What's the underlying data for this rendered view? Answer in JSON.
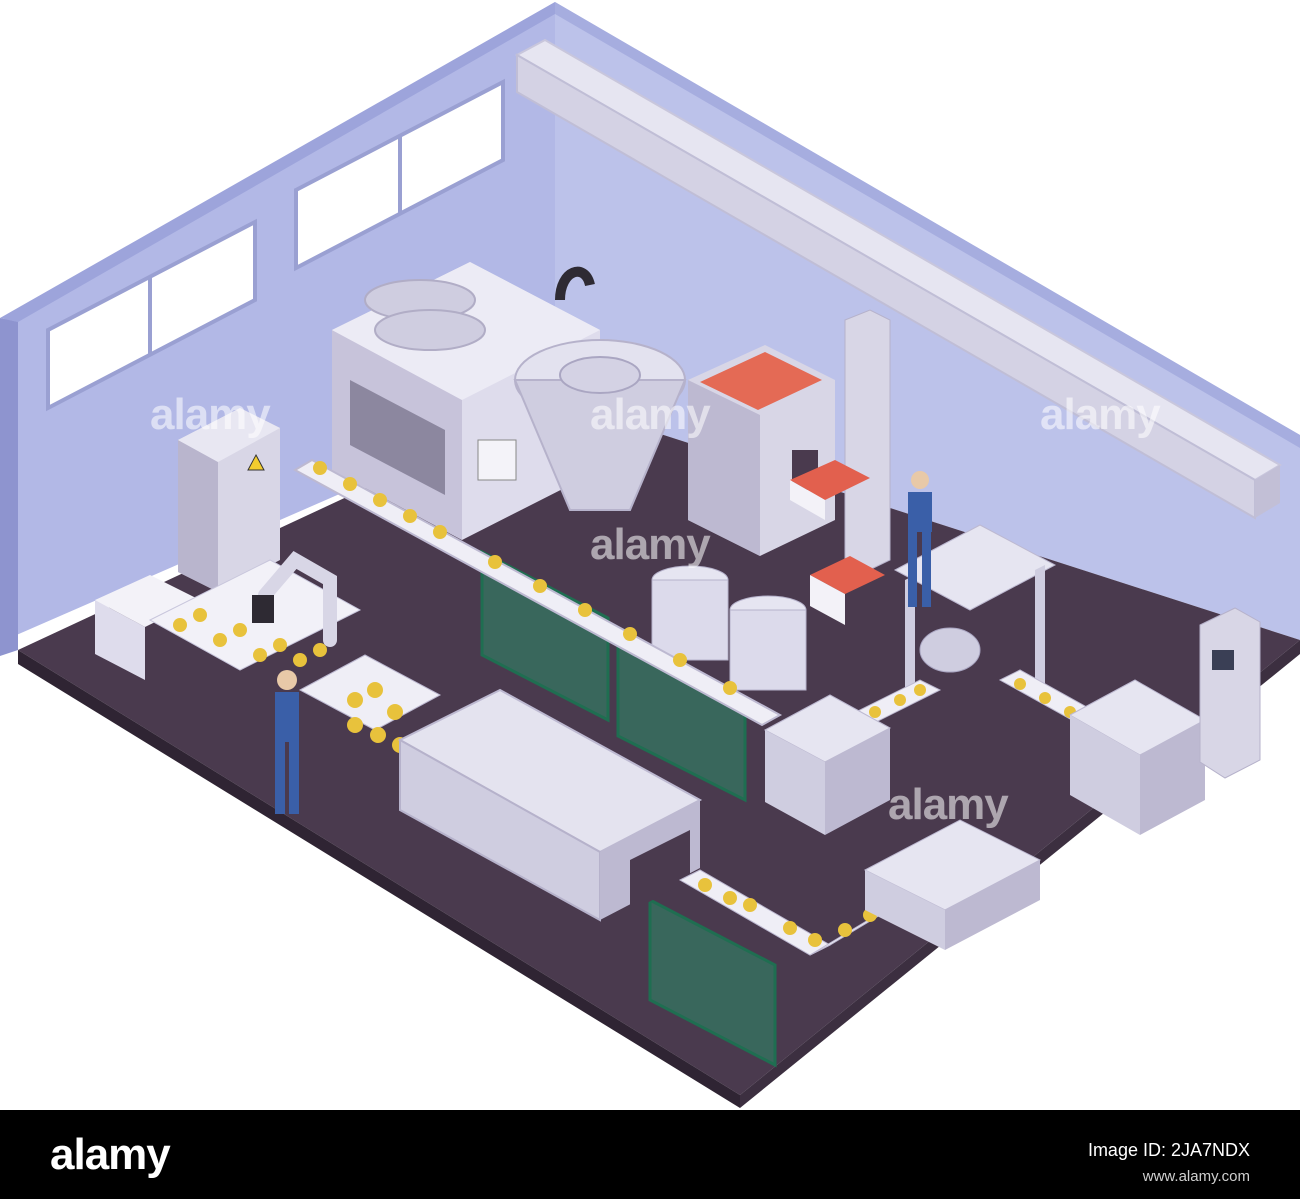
{
  "watermark": {
    "text": "alamy"
  },
  "footer": {
    "logo": "alamy",
    "image_id": "Image ID: 2JA7NDX",
    "url": "www.alamy.com"
  },
  "colors": {
    "wall_back": "#b9c0e8",
    "wall_top": "#9aa1d8",
    "floor": "#4b3a4f",
    "floor_edge": "#3a2c3d",
    "machine": "#d8d6e6",
    "machine_dark": "#b7b3cc",
    "fence": "#2e8a6a",
    "cans": "#e8c23c",
    "sauce": "#e2604e",
    "worker_uniform": "#3a5fa8"
  },
  "icons": [
    "robot-arm-icon",
    "worker-icon",
    "control-panel-icon",
    "hazard-sign-icon"
  ]
}
